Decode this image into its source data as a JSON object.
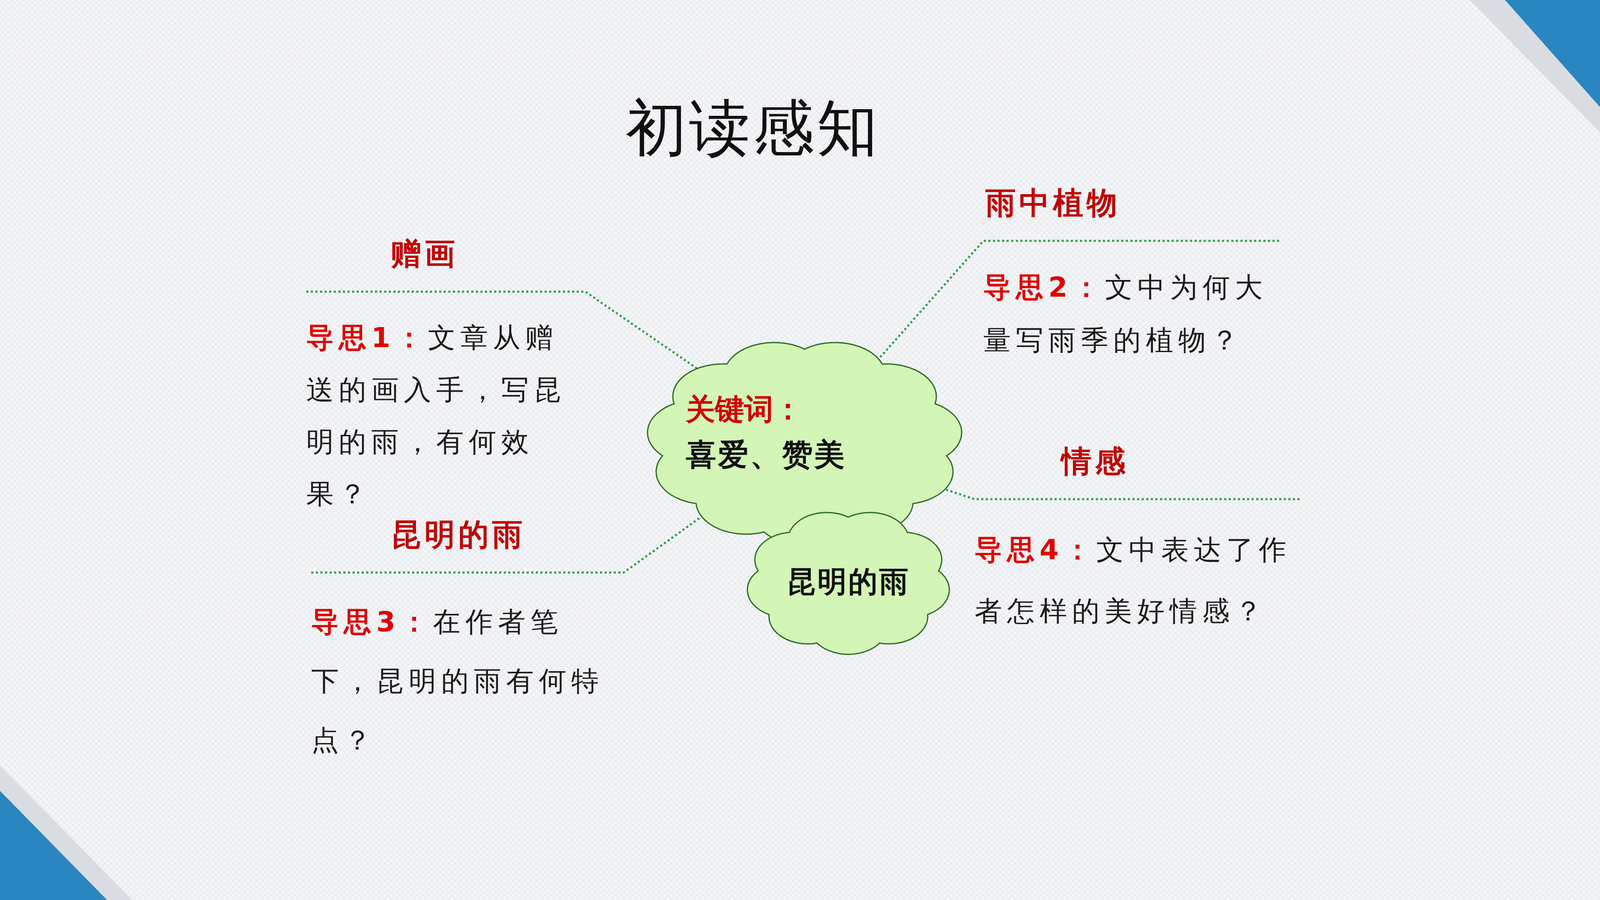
{
  "diagram": {
    "title": "初读感知",
    "nodes": [
      {
        "text": [
          "赠画",
          "导思1：",
          "文章从赠送的画入手，写昆明的雨，有何效果？"
        ]
      },
      {
        "text": [
          "雨中植物",
          "导思2：",
          "文中为何大量写雨季的植物？"
        ]
      },
      {
        "text": [
          "关键词：",
          "喜爱、赞美"
        ]
      },
      {
        "text": [
          "情感",
          "导思4：",
          "文中表达了作者怎样的美好情感？"
        ]
      },
      {
        "text": [
          "昆明的雨",
          "导思3：",
          "在作者笔下，昆明的雨有何特点？"
        ]
      },
      {
        "text": [
          "昆明的雨"
        ]
      }
    ],
    "edges": [
      {
        "from": 0,
        "to": 2,
        "arrow": "none"
      },
      {
        "from": 1,
        "to": 2,
        "arrow": "none"
      },
      {
        "from": 3,
        "to": 2,
        "arrow": "none"
      },
      {
        "from": 4,
        "to": 2,
        "arrow": "none"
      }
    ]
  }
}
